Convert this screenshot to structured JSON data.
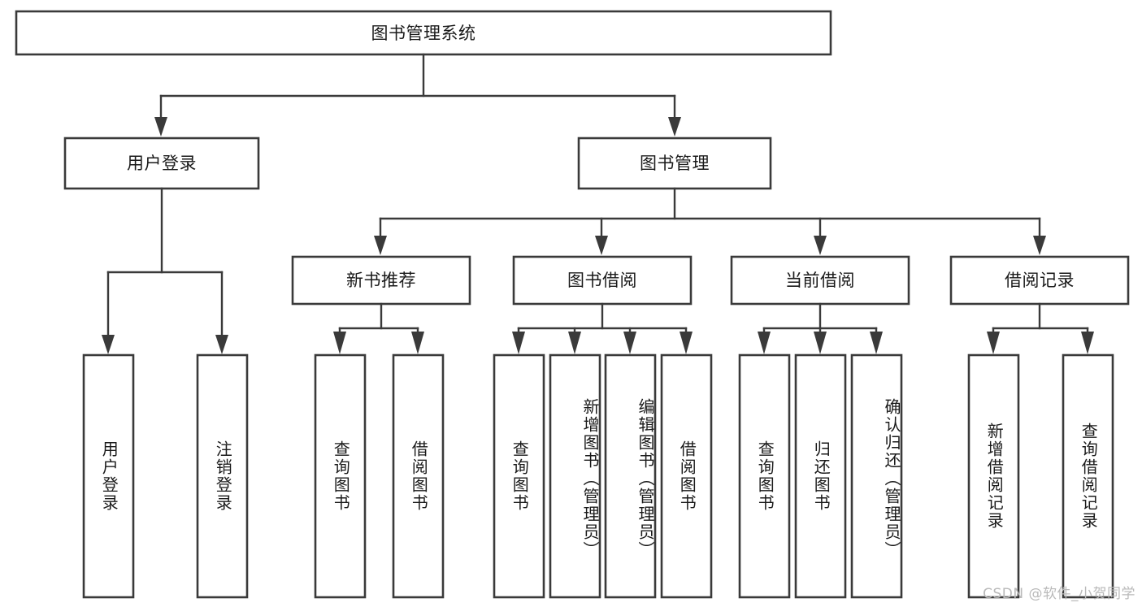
{
  "diagram": {
    "title": "图书管理系统",
    "type": "tree-hierarchy-diagram",
    "watermark": "CSDN @软件_小贺同学",
    "colors": {
      "box_stroke": "#3a3a3a",
      "box_fill": "#ffffff",
      "text": "#1a1a1a",
      "background": "#ffffff",
      "watermark": "#b9b9b9"
    },
    "root": {
      "label": "图书管理系统"
    },
    "level2": [
      {
        "label": "用户登录"
      },
      {
        "label": "图书管理"
      }
    ],
    "level3": [
      {
        "label": "新书推荐"
      },
      {
        "label": "图书借阅"
      },
      {
        "label": "当前借阅"
      },
      {
        "label": "借阅记录"
      }
    ],
    "leaves": {
      "user_login": [
        {
          "label": "用户登录"
        },
        {
          "label": "注销登录"
        }
      ],
      "new_book_recommend": [
        {
          "label": "查询图书"
        },
        {
          "label": "借阅图书"
        }
      ],
      "book_borrow": [
        {
          "label": "查询图书"
        },
        {
          "label": "新增图书（管理员）"
        },
        {
          "label": "编辑图书（管理员）"
        },
        {
          "label": "借阅图书"
        }
      ],
      "current_borrow": [
        {
          "label": "查询图书"
        },
        {
          "label": "归还图书"
        },
        {
          "label": "确认归还（管理员）"
        }
      ],
      "borrow_record": [
        {
          "label": "新增借阅记录"
        },
        {
          "label": "查询借阅记录"
        }
      ]
    }
  }
}
